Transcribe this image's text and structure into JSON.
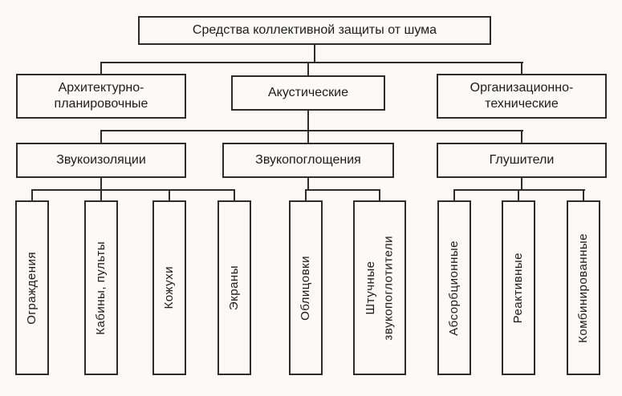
{
  "tree": {
    "root": "Средства коллективной защиты от шума",
    "branches": [
      {
        "label": "Архитектурно-\nпланировочные"
      },
      {
        "label": "Акустические"
      },
      {
        "label": "Организационно-\nтехнические"
      }
    ],
    "groups": [
      {
        "label": "Звукоизоляции",
        "children": [
          "Ограждения",
          "Кабины, пульты",
          "Кожухи",
          "Экраны"
        ]
      },
      {
        "label": "Звукопоглощения",
        "children": [
          "Облицовки",
          "Штучные\nзвукопоглотители"
        ]
      },
      {
        "label": "Глушители",
        "children": [
          "Абсорбционные",
          "Реактивные",
          "Комбинированные"
        ]
      }
    ]
  },
  "colors": {
    "ink": "#2e2c29",
    "paper": "#fbfaf7"
  }
}
